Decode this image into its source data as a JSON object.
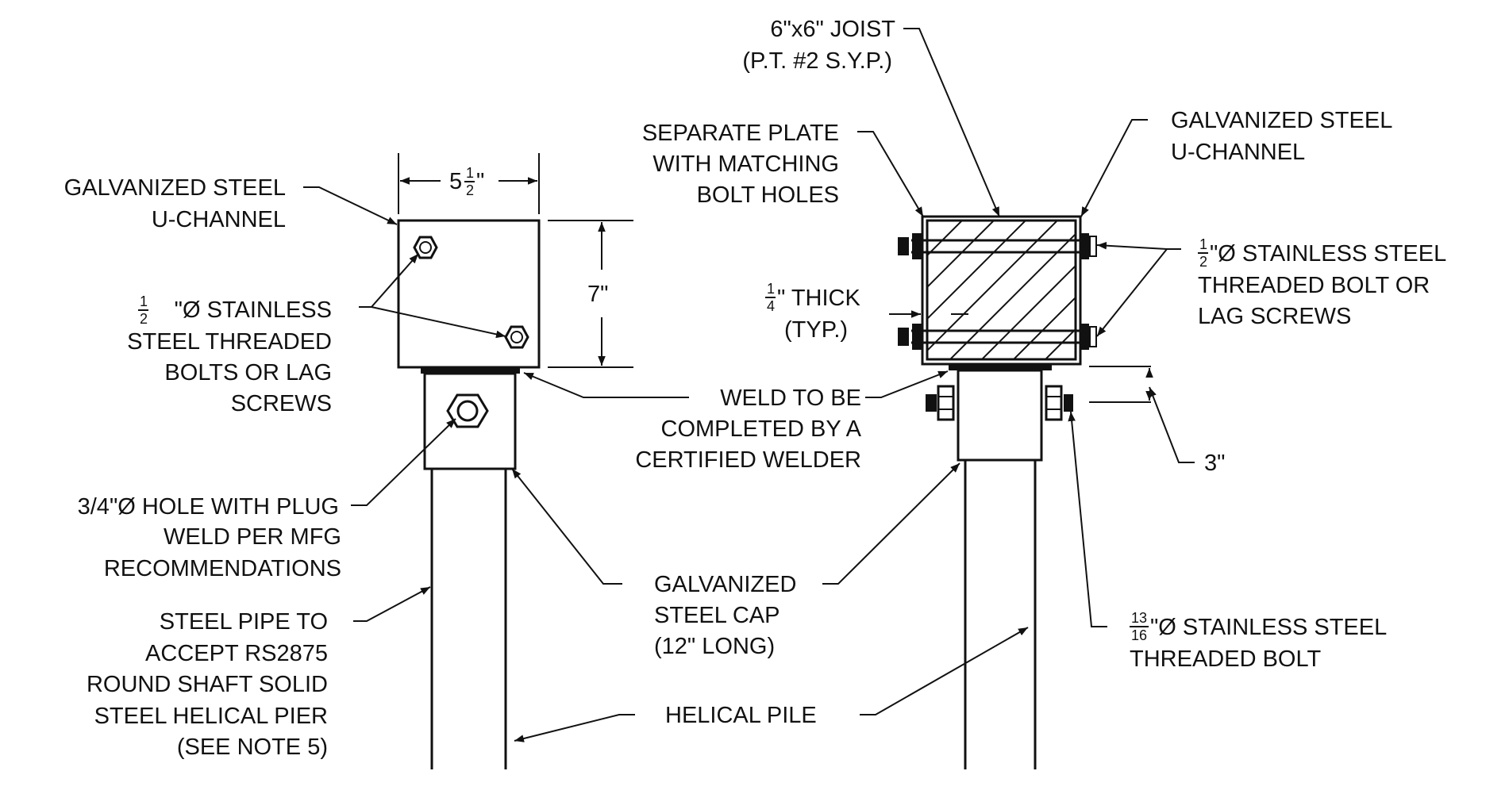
{
  "labels": {
    "left_channel_1": "GALVANIZED STEEL",
    "left_channel_2": "U-CHANNEL",
    "dim_width_whole": "5",
    "dim_width_num": "1",
    "dim_width_den": "2",
    "dim_width_unit": "\"",
    "dim_height": "7\"",
    "left_bolt_num": "1",
    "left_bolt_den": "2",
    "left_bolt_1": "\"Ø  STAINLESS",
    "left_bolt_2": "STEEL THREADED",
    "left_bolt_3": "BOLTS OR LAG",
    "left_bolt_4": "SCREWS",
    "hole_1": "3/4\"Ø  HOLE WITH PLUG",
    "hole_2": "WELD PER MFG",
    "hole_3": "RECOMMENDATIONS",
    "pipe_1": "STEEL PIPE TO",
    "pipe_2": "ACCEPT RS2875",
    "pipe_3": "ROUND SHAFT SOLID",
    "pipe_4": "STEEL HELICAL PIER",
    "pipe_5": "(SEE NOTE 5)",
    "weld_1": "WELD TO BE",
    "weld_2": "COMPLETED BY A",
    "weld_3": "CERTIFIED WELDER",
    "cap_1": "GALVANIZED",
    "cap_2": "STEEL CAP",
    "cap_3": "(12\" LONG)",
    "pile": "HELICAL PILE",
    "joist_1": "6\"x6\" JOIST",
    "joist_2": "(P.T. #2 S.Y.P.)",
    "plate_1": "SEPARATE PLATE",
    "plate_2": "WITH MATCHING",
    "plate_3": "BOLT HOLES",
    "right_channel_1": "GALVANIZED STEEL",
    "right_channel_2": "U-CHANNEL",
    "right_bolt_num": "1",
    "right_bolt_den": "2",
    "right_bolt_1": "\"Ø  STAINLESS STEEL",
    "right_bolt_2": "THREADED BOLT OR",
    "right_bolt_3": "LAG SCREWS",
    "thick_num": "1",
    "thick_den": "4",
    "thick_1": "\" THICK",
    "thick_2": "(TYP.)",
    "dim_3": "3\"",
    "cap_bolt_num": "13",
    "cap_bolt_den": "16",
    "cap_bolt_1": "\"Ø  STAINLESS STEEL",
    "cap_bolt_2": "THREADED BOLT"
  }
}
